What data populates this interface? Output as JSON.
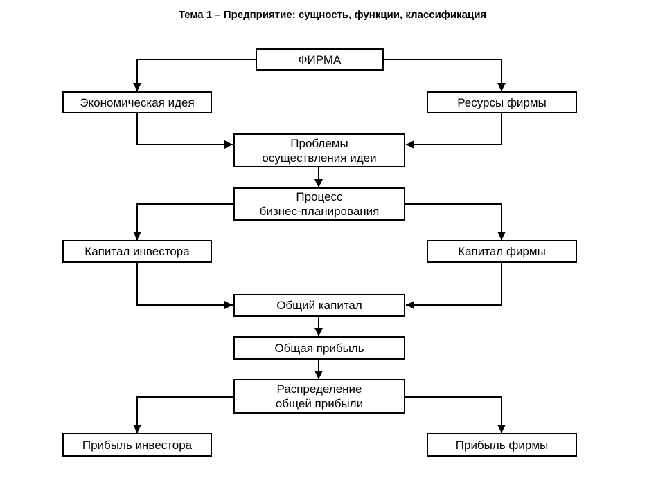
{
  "title": "Тема 1 – Предприятие: сущность, функции, классификация",
  "boxes": {
    "firm": "ФИРМА",
    "economic_idea": "Экономическая идея",
    "firm_resources": "Ресурсы фирмы",
    "problems": [
      "Проблемы",
      "осуществления идеи"
    ],
    "planning": [
      "Процесс",
      "бизнес-планирования"
    ],
    "investor_capital": "Капитал инвестора",
    "firm_capital": "Капитал фирмы",
    "total_capital": "Общий капитал",
    "total_profit": "Общая прибыль",
    "distribution": [
      "Распределение",
      "общей прибыли"
    ],
    "investor_profit": "Прибыль инвестора",
    "firm_profit": "Прибыль фирмы"
  }
}
